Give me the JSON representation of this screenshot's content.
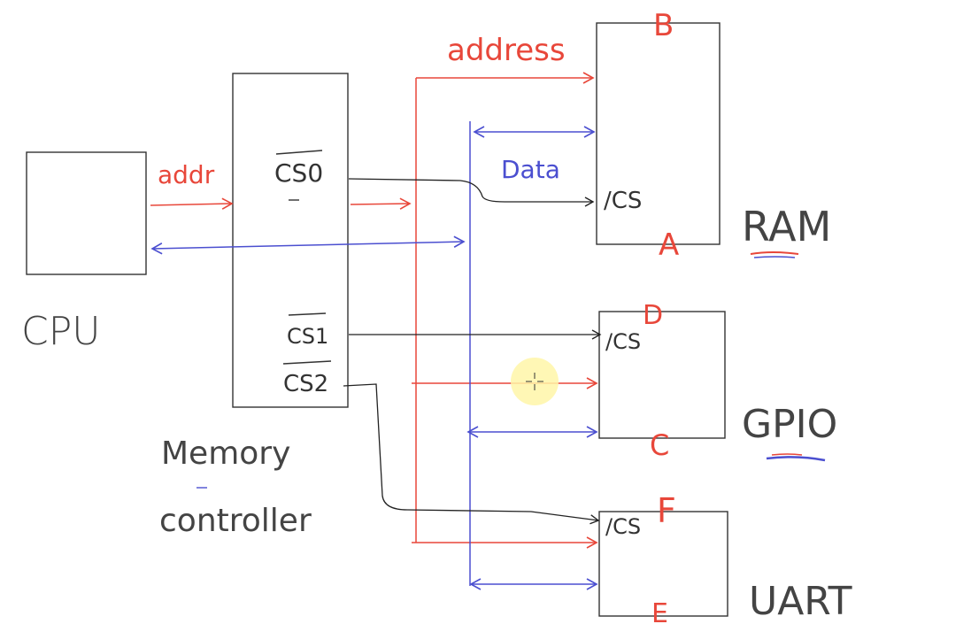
{
  "diagram": {
    "blocks": {
      "cpu": "CPU",
      "memory_controller_line1": "Memory",
      "memory_controller_line2": "controller",
      "ram": "RAM",
      "gpio": "GPIO",
      "uart": "UART"
    },
    "signals": {
      "addr": "addr",
      "address": "address",
      "data": "Data",
      "cs0": "CS0",
      "cs1": "CS1",
      "cs2": "CS2",
      "cs_in_ram": "/CS",
      "cs_in_gpio": "/CS",
      "cs_in_uart": "/CS"
    },
    "corner_labels": {
      "ram_top": "B",
      "ram_bottom": "A",
      "gpio_top": "D",
      "gpio_bottom": "C",
      "uart_top": "F",
      "uart_bottom": "E"
    },
    "colors": {
      "address_bus": "#e8473a",
      "data_bus": "#4b4fd0",
      "chip_select": "#222222",
      "box": "#333333",
      "label": "#444444"
    }
  }
}
